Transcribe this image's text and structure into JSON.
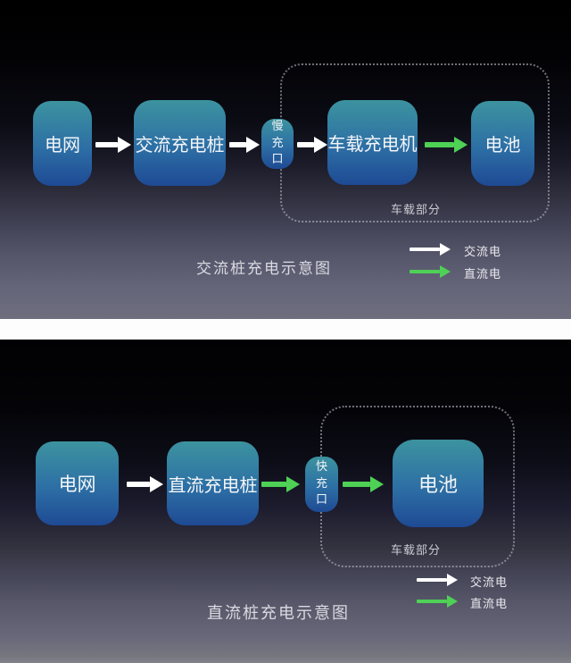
{
  "diagrams": [
    {
      "title": "交流桩充电示意图",
      "nodes": {
        "grid": "电网",
        "charger": "交流充电桩",
        "port": "慢充口",
        "onboard_charger": "车载充电机",
        "battery": "电池"
      },
      "group_label": "车载部分",
      "legend": {
        "ac": "交流电",
        "dc": "直流电"
      }
    },
    {
      "title": "直流桩充电示意图",
      "nodes": {
        "grid": "电网",
        "charger": "直流充电桩",
        "port": "快充口",
        "battery": "电池"
      },
      "group_label": "车载部分",
      "legend": {
        "ac": "交流电",
        "dc": "直流电"
      }
    }
  ],
  "colors": {
    "ac_arrow": "#ffffff",
    "dc_arrow": "#4ed155",
    "node_gradient_top": "#3c939f",
    "node_gradient_bottom": "#1e4a94",
    "divider": "#fdfdfd"
  }
}
